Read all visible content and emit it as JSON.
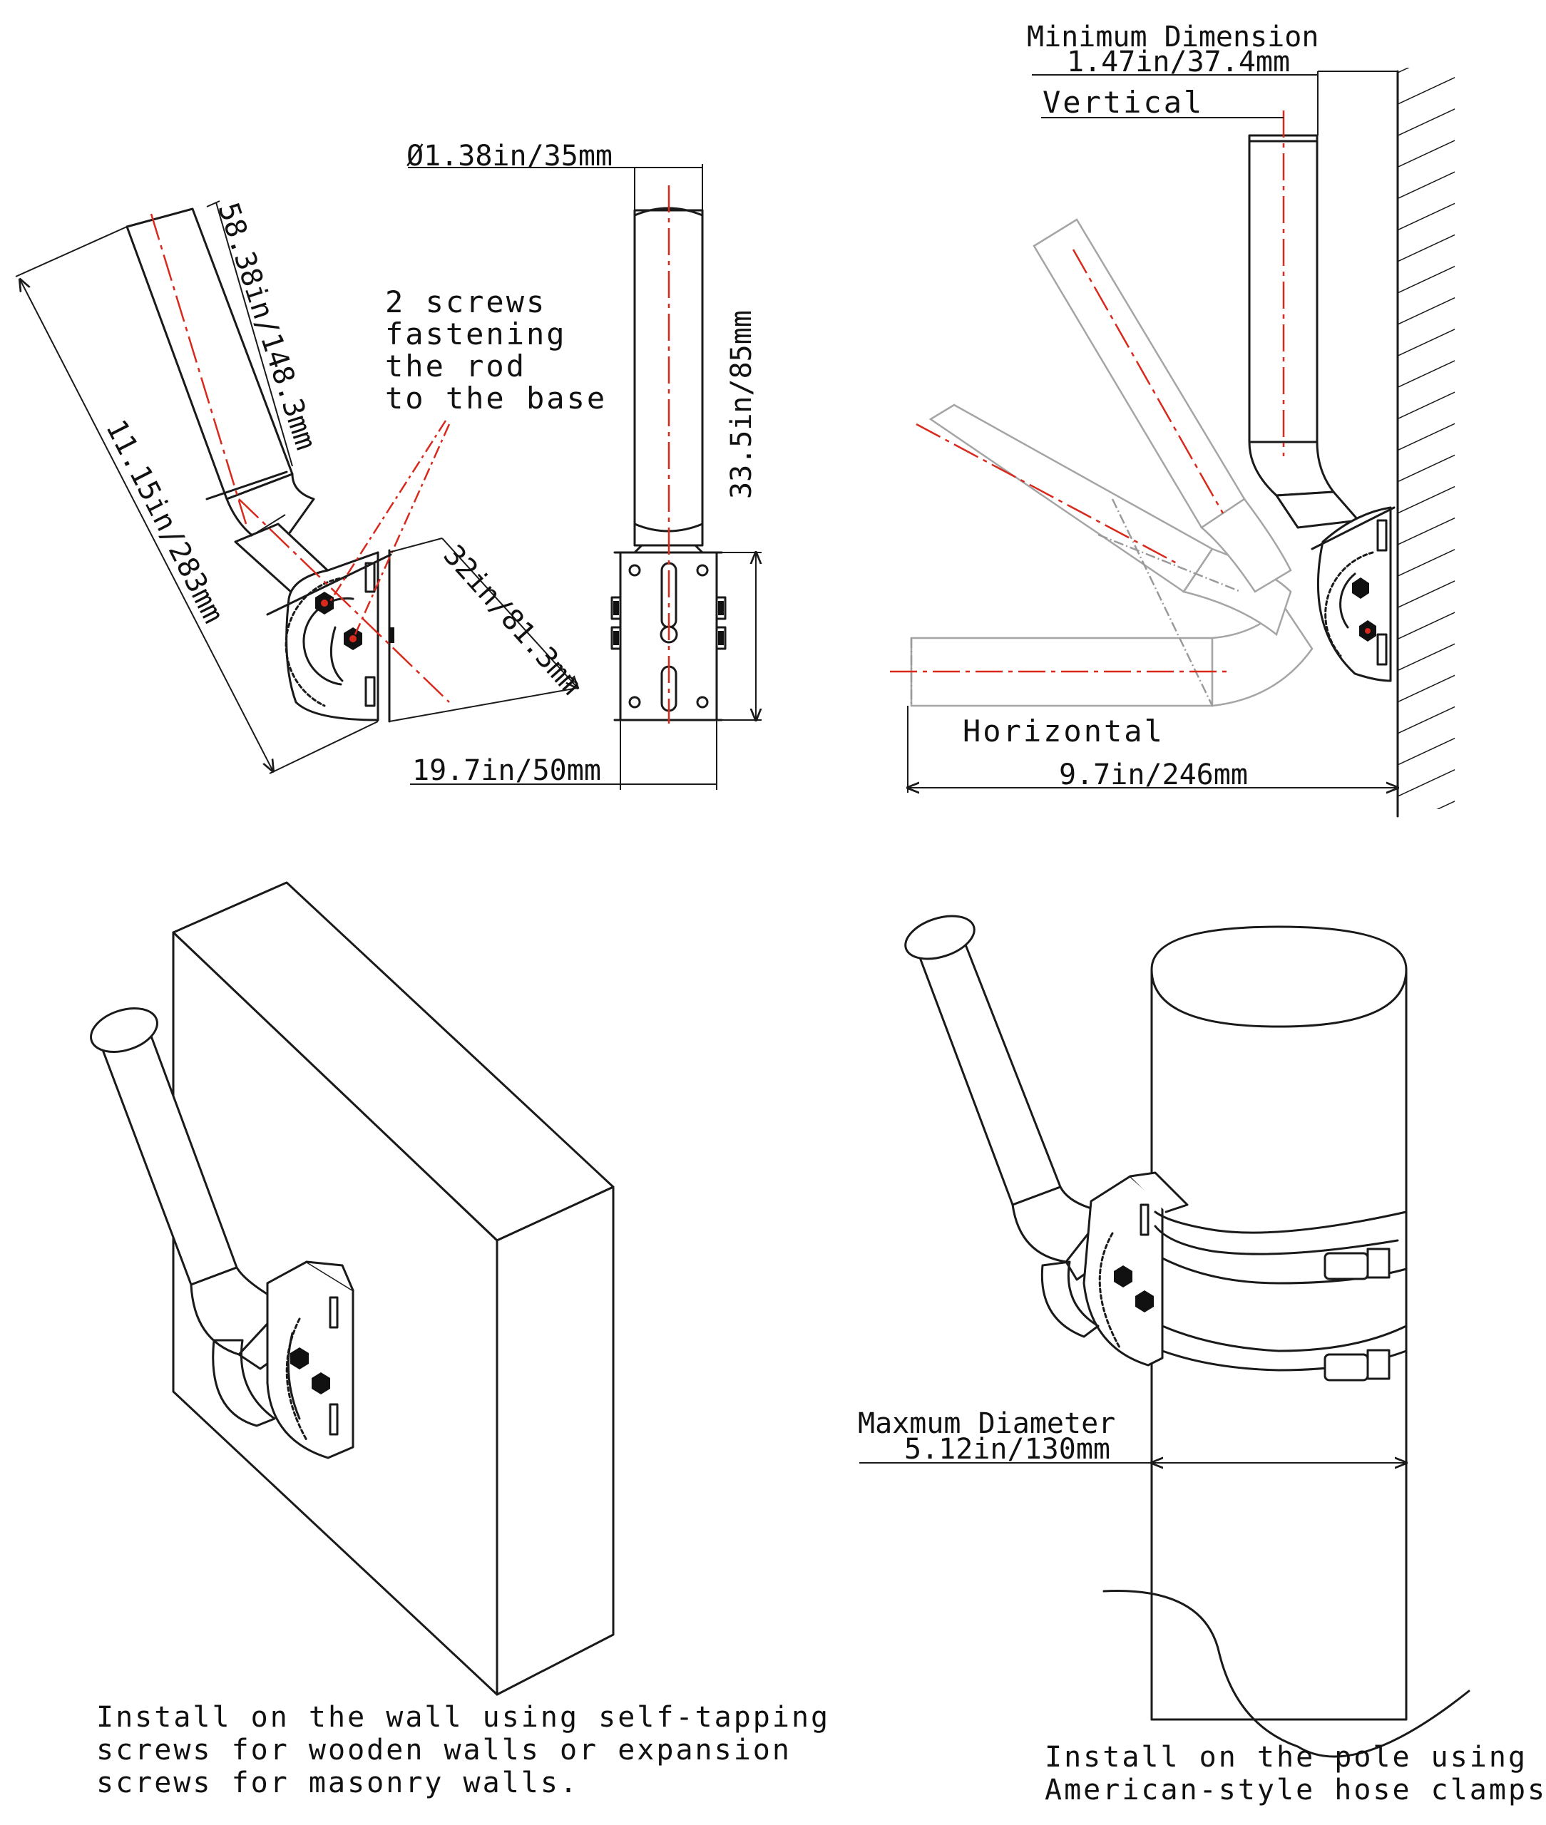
{
  "panel_side_view": {
    "dim_rod_length": "58.38in/148.3mm",
    "dim_total_length": "11.15in/283mm",
    "dim_offset": "32in/81.3mm",
    "callout": [
      "2 screws",
      "fastening",
      "the rod",
      "to the base"
    ]
  },
  "panel_front_view": {
    "dim_diameter": "Ø1.38in/35mm",
    "dim_height": "33.5in/85mm",
    "dim_width": "19.7in/50mm"
  },
  "panel_rotation_view": {
    "min_dimension_label": "Minimum Dimension",
    "min_dimension_value": "1.47in/37.4mm",
    "vertical_label": "Vertical",
    "horizontal_label": "Horizontal",
    "dim_reach": "9.7in/246mm"
  },
  "panel_wall_install": {
    "caption": [
      "Install on the wall using self-tapping",
      "screws for wooden walls or expansion",
      "screws for masonry walls."
    ]
  },
  "panel_pole_install": {
    "max_diameter_label": "Maxmum Diameter",
    "max_diameter_value": "5.12in/130mm",
    "caption": [
      "Install on the pole using",
      "American-style hose clamps."
    ]
  },
  "colors": {
    "line": "#1a1a1a",
    "centerline": "#d9291c",
    "ghost": "#9a9a9a",
    "background": "#ffffff"
  }
}
